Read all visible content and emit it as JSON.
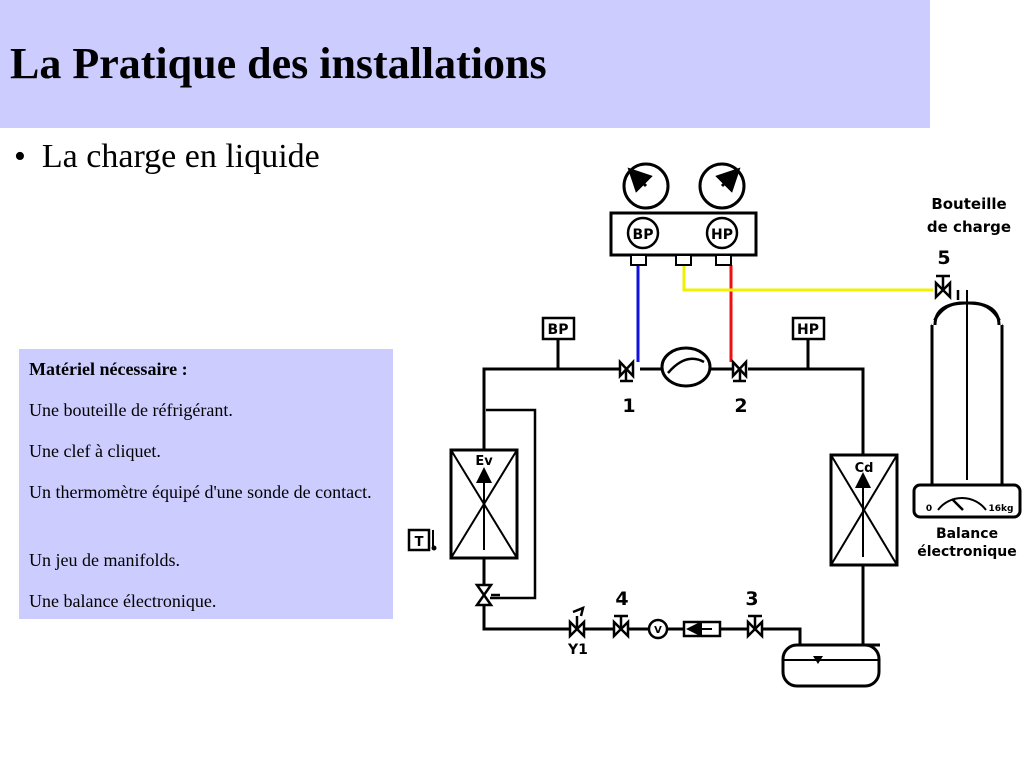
{
  "title": "La Pratique des installations",
  "bullet": {
    "symbol": "•",
    "text": "La charge en liquide"
  },
  "info_box": {
    "heading": "Matériel nécessaire :",
    "items": [
      "Une bouteille de réfrigérant.",
      "Une clef à cliquet.",
      "Un thermomètre équipé d'une sonde de contact.",
      "Un jeu de manifolds.",
      "Une balance électronique."
    ]
  },
  "diagram": {
    "manifold": {
      "low_label": "BP",
      "high_label": "HP"
    },
    "low_pressure_tag": "BP",
    "high_pressure_tag": "HP",
    "evaporator_label": "Ev",
    "condenser_label": "Cd",
    "thermometer_label": "T",
    "valve_labels": {
      "v1": "1",
      "v2": "2",
      "v3": "3",
      "v4": "4",
      "v5": "5",
      "y1": "Y1"
    },
    "sight_glass_label": "V",
    "bottle": {
      "line1": "Bouteille",
      "line2": "de charge"
    },
    "scale": {
      "min_label": "0",
      "max_label": "16kg",
      "line1": "Balance",
      "line2": "électronique"
    },
    "colors": {
      "low_line": "#1010e0",
      "high_line": "#ee1010",
      "charge_line": "#f0f000",
      "pipe": "#000000"
    }
  }
}
